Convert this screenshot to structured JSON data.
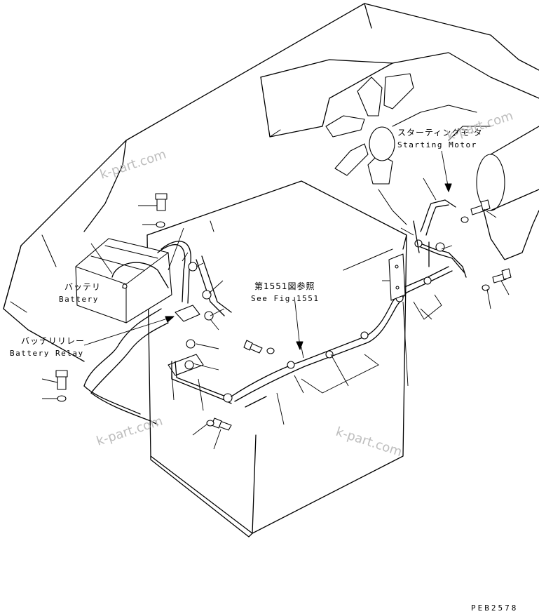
{
  "labels": {
    "battery_jp": "バッテリ",
    "battery_en": "Battery",
    "battery_relay_jp": "バッテリリレー",
    "battery_relay_en": "Battery Relay",
    "starting_motor_jp": "スターティングモ-タ",
    "starting_motor_en": "Starting Motor",
    "see_fig_jp": "第1551図参照",
    "see_fig_en": "See Fig.1551"
  },
  "watermarks": [
    "k-part.com",
    "k-part.com",
    "k-part.com",
    "k-part.com"
  ],
  "figure_code": "PEB2578",
  "colors": {
    "ink": "#000000",
    "watermark": "#bdbdbd",
    "background": "#ffffff"
  }
}
